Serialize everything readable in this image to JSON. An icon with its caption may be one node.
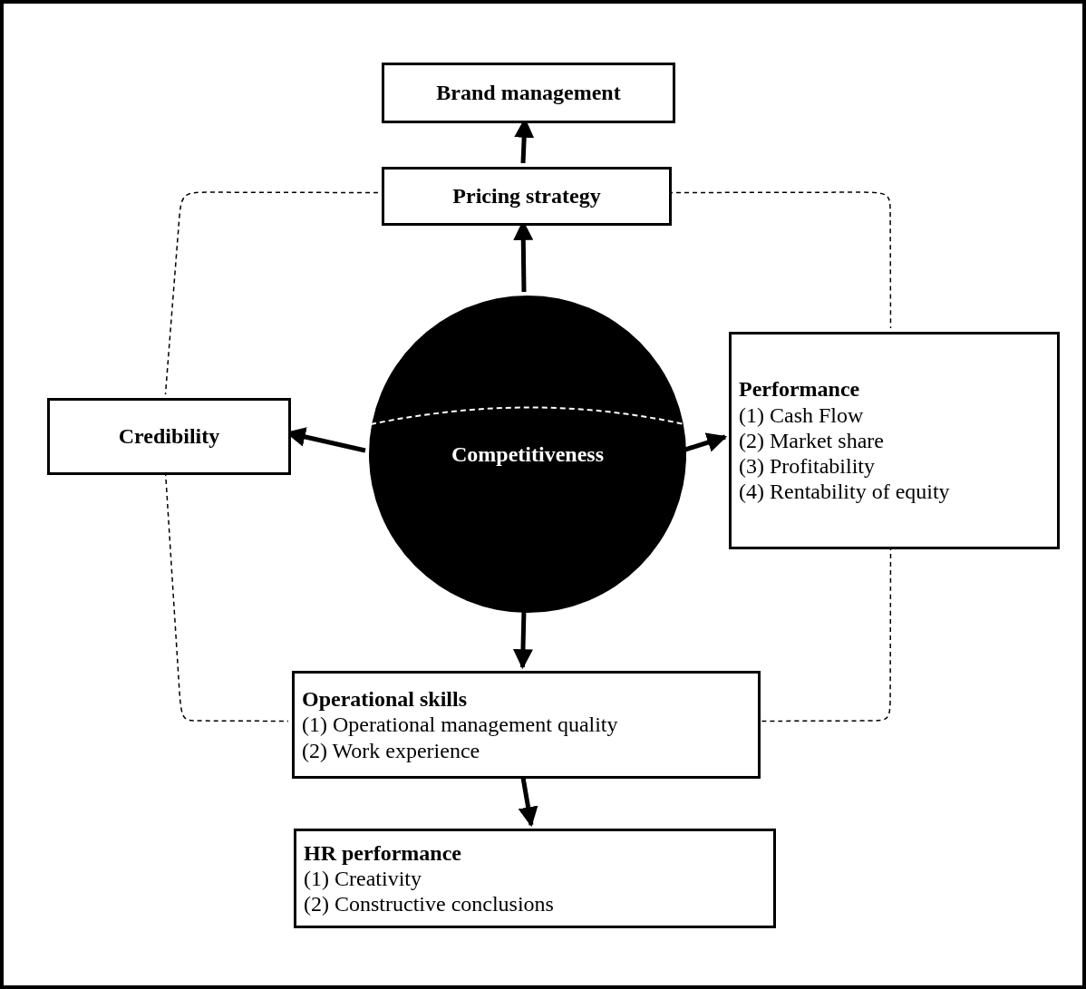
{
  "diagram": {
    "nodes": [
      {
        "text": [
          "Brand management"
        ]
      },
      {
        "text": [
          "Pricing strategy"
        ]
      },
      {
        "text": [
          "Competitiveness"
        ]
      },
      {
        "text": [
          "Credibility"
        ]
      },
      {
        "text": [
          "Performance",
          "(1) Cash Flow",
          "(2) Market share",
          "(3) Profitability",
          "(4) Rentability of equity"
        ]
      },
      {
        "text": [
          "Operational skills",
          "(1) Operational management quality",
          "(2) Work experience"
        ]
      },
      {
        "text": [
          "HR performance",
          "(1) Creativity",
          "(2) Constructive conclusions"
        ]
      }
    ],
    "edges": [
      {
        "from": 2,
        "to": 1,
        "arrow": "to"
      },
      {
        "from": 1,
        "to": 0,
        "arrow": "to"
      },
      {
        "from": 2,
        "to": 3,
        "arrow": "to"
      },
      {
        "from": 2,
        "to": 4,
        "arrow": "to"
      },
      {
        "from": 2,
        "to": 5,
        "arrow": "to"
      },
      {
        "from": 5,
        "to": 6,
        "arrow": "to"
      },
      {
        "from": 1,
        "to": 3,
        "arrow": "none",
        "style": "dashed"
      },
      {
        "from": 3,
        "to": 5,
        "arrow": "none",
        "style": "dashed"
      },
      {
        "from": 1,
        "to": 4,
        "arrow": "none",
        "style": "dashed"
      },
      {
        "from": 4,
        "to": 5,
        "arrow": "none",
        "style": "dashed"
      }
    ]
  }
}
